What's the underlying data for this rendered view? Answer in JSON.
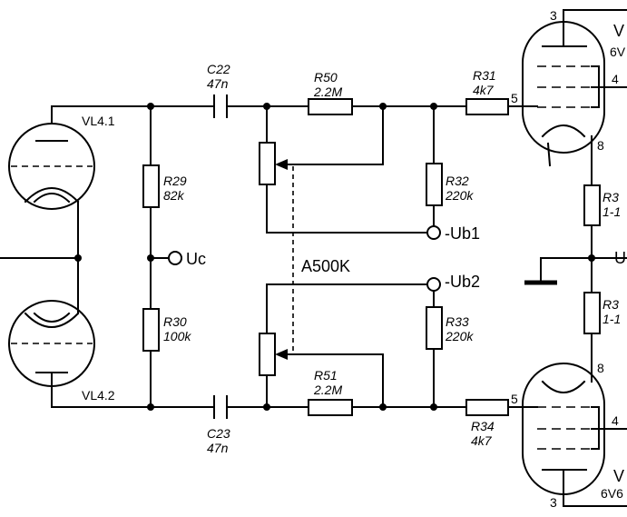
{
  "tubes": {
    "vl41": "VL4.1",
    "vl42": "VL4.2",
    "top_right_prefix": "V",
    "top_right_type": "6V",
    "bottom_right_prefix": "V",
    "bottom_right_type": "6V6"
  },
  "pins": {
    "top_plate": "3",
    "top_grid": "5",
    "top_screen": "4",
    "top_cathode": "8",
    "bottom_plate": "3",
    "bottom_grid": "5",
    "bottom_screen": "4",
    "bottom_cathode": "8"
  },
  "capacitors": {
    "c22_ref": "C22",
    "c22_val": "47n",
    "c23_ref": "C23",
    "c23_val": "47n"
  },
  "resistors": {
    "r50_ref": "R50",
    "r50_val": "2.2M",
    "r51_ref": "R51",
    "r51_val": "2.2M",
    "r31_ref": "R31",
    "r31_val": "4k7",
    "r34_ref": "R34",
    "r34_val": "4k7",
    "r29_ref": "R29",
    "r29_val": "82k",
    "r30_ref": "R30",
    "r30_val": "100k",
    "r32_ref": "R32",
    "r32_val": "220k",
    "r33_ref": "R33",
    "r33_val": "220k",
    "r36_ref": "R3",
    "r36_val": "1-1",
    "r37_ref": "R3",
    "r37_val": "1-1"
  },
  "potentiometer": {
    "label": "A500K"
  },
  "terminals": {
    "uc": "Uc",
    "ub1": "-Ub1",
    "ub2": "-Ub2",
    "u_right": "U"
  }
}
